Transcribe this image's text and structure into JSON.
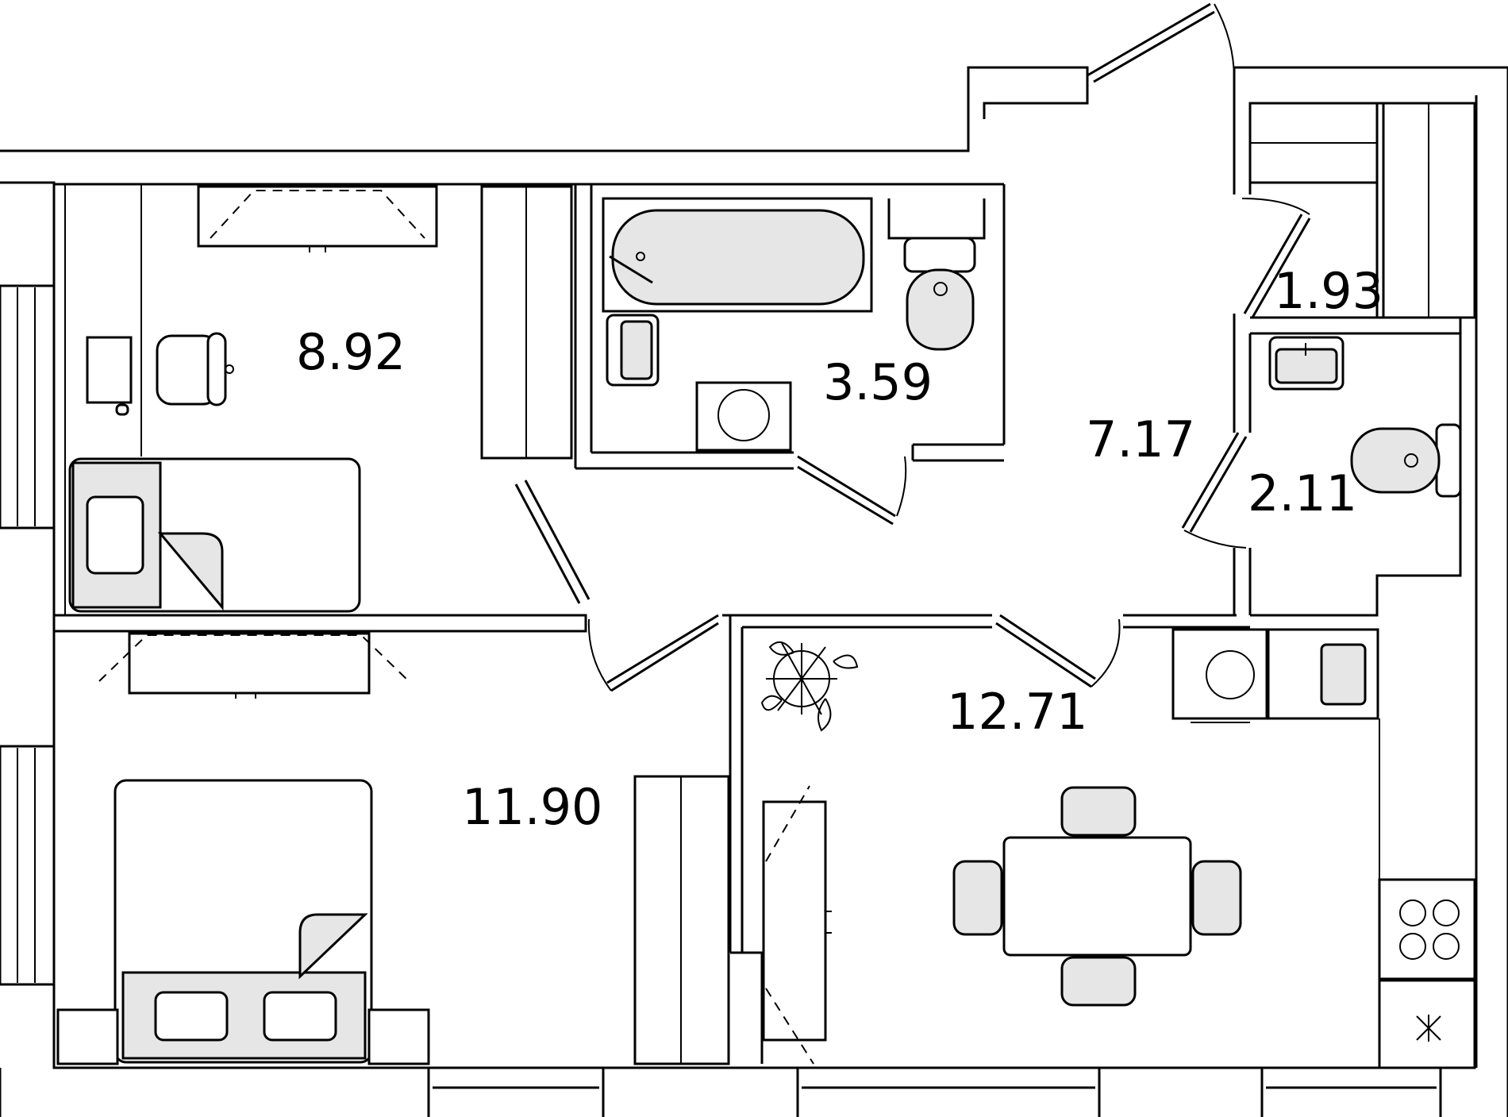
{
  "rooms": [
    {
      "id": "room-small",
      "area": "8.92"
    },
    {
      "id": "bathroom",
      "area": "3.59"
    },
    {
      "id": "hallway",
      "area": "7.17"
    },
    {
      "id": "storage",
      "area": "1.93"
    },
    {
      "id": "wc",
      "area": "2.11"
    },
    {
      "id": "kitchen-living",
      "area": "12.71"
    },
    {
      "id": "bedroom",
      "area": "11.90"
    }
  ],
  "colors": {
    "wall": "#000000",
    "background": "#ffffff",
    "fixture_fill": "#e6e6e6"
  }
}
